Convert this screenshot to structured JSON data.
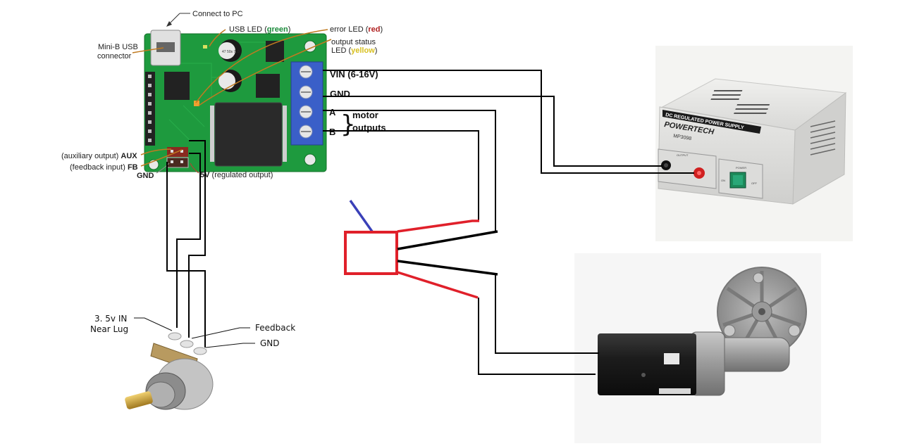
{
  "diagram": {
    "title": "Motor controller wiring with potentiometer feedback",
    "controller": {
      "connect_label": "Connect to PC",
      "usb_connector_label": [
        "Mini-B USB",
        "connector"
      ],
      "usb_led": {
        "prefix": "USB LED (",
        "color_word": "green",
        "suffix": ")"
      },
      "error_led": {
        "prefix": "error LED (",
        "color_word": "red",
        "suffix": ")"
      },
      "status_led": {
        "line1": "output status",
        "prefix": "LED (",
        "color_word": "yellow",
        "suffix": ")"
      },
      "aux_label": {
        "text": "(auxiliary output) ",
        "bold": "AUX"
      },
      "fb_label": {
        "text": "(feedback input) ",
        "bold": "FB"
      },
      "gnd_label": "GND",
      "v5_label": {
        "bold": "5V",
        "text": " (regulated output)"
      },
      "capacitor_text": "47 50s 7L0",
      "terminals": {
        "vin": "VIN (6-16V)",
        "gnd": "GND",
        "a": "A",
        "b": "B",
        "motor_outputs": [
          "motor",
          "outputs"
        ]
      }
    },
    "power_supply": {
      "banner": "DC REGULATED POWER SUPPLY",
      "brand": "POWERTECH",
      "model": "MP3098",
      "output_label": "OUTPUT",
      "power_label": "POWER",
      "on_label": "ON",
      "off_label": "OFF"
    },
    "potentiometer": {
      "near_lug_label": [
        "3. 5v IN",
        "Near Lug"
      ],
      "feedback_label": "Feedback",
      "gnd_label": "GND"
    },
    "colors": {
      "pcb": "#1e9a3e",
      "terminal_block": "#3a5fc8",
      "wire": "#000000",
      "red_wire": "#e0202a",
      "blue_wire": "#3a40b8",
      "relay_box": "#e0202a",
      "led_green": "#1a8a3a",
      "led_red": "#b02020",
      "led_yellow": "#d8c020"
    }
  }
}
